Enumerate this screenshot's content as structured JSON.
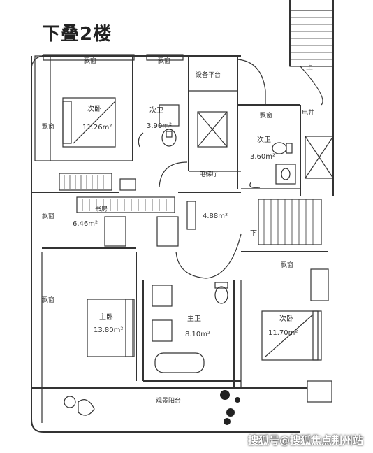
{
  "title": "下叠2楼",
  "rooms": {
    "bay_window_top": "飘窗",
    "bay_window_top2": "飘窗",
    "equipment_platform": "设备平台",
    "secondary_bedroom_1": "次卧",
    "secondary_bedroom_1_area": "11.26m²",
    "secondary_bath_1": "次卫",
    "secondary_bath_1_area": "3.90m²",
    "bay_window_left": "飘窗",
    "bay_window_right": "飘窗",
    "elevator_shaft": "电井",
    "secondary_bath_2": "次卫",
    "secondary_bath_2_area": "3.60m²",
    "elevator_hall": "电梯厅",
    "bay_window_study": "飘窗",
    "study": "书房",
    "study_area": "6.46m²",
    "hall_area": "4.88m²",
    "down_mark": "下",
    "up_mark": "上",
    "bay_window_master": "飘窗",
    "master_bedroom": "主卧",
    "master_bedroom_area": "13.80m²",
    "master_bath": "主卫",
    "master_bath_area": "8.10m²",
    "secondary_bedroom_2": "次卧",
    "secondary_bedroom_2_area": "11.70m²",
    "bay_window_small": "飘窗",
    "balcony": "观景阳台"
  },
  "watermark": "搜狐号@搜狐焦点荆州站"
}
